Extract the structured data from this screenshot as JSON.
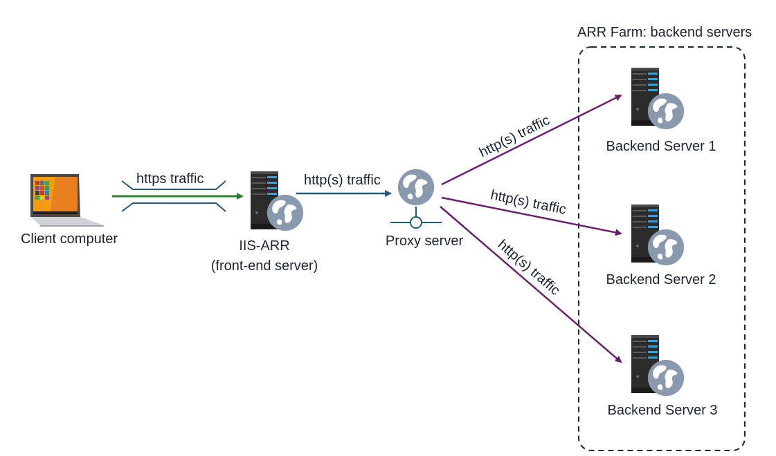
{
  "farm": {
    "title": "ARR Farm: backend servers"
  },
  "client": {
    "label": "Client computer",
    "icon": "laptop-icon"
  },
  "frontend": {
    "label_line1": "IIS-ARR",
    "label_line2": "(front-end server)",
    "icon": "server-globe-icon"
  },
  "proxy": {
    "label": "Proxy server",
    "icon": "globe-icon"
  },
  "links": {
    "client_to_frontend": "https traffic",
    "frontend_to_proxy": "http(s) traffic",
    "proxy_to_backend1": "http(s) traffic",
    "proxy_to_backend2": "http(s) traffic",
    "proxy_to_backend3": "http(s) traffic"
  },
  "backends": [
    {
      "label": "Backend Server 1",
      "icon": "server-globe-icon"
    },
    {
      "label": "Backend Server 2",
      "icon": "server-globe-icon"
    },
    {
      "label": "Backend Server 3",
      "icon": "server-globe-icon"
    }
  ],
  "colors": {
    "https_arrow": "#2e7d32",
    "tunnel": "#1f5a7a",
    "http_arrow_front": "#1f5a7a",
    "http_arrow_backend": "#6b1f6b",
    "server_body": "#2b2b2b",
    "server_accent": "#29a8e0",
    "globe": "#8a9aae"
  }
}
